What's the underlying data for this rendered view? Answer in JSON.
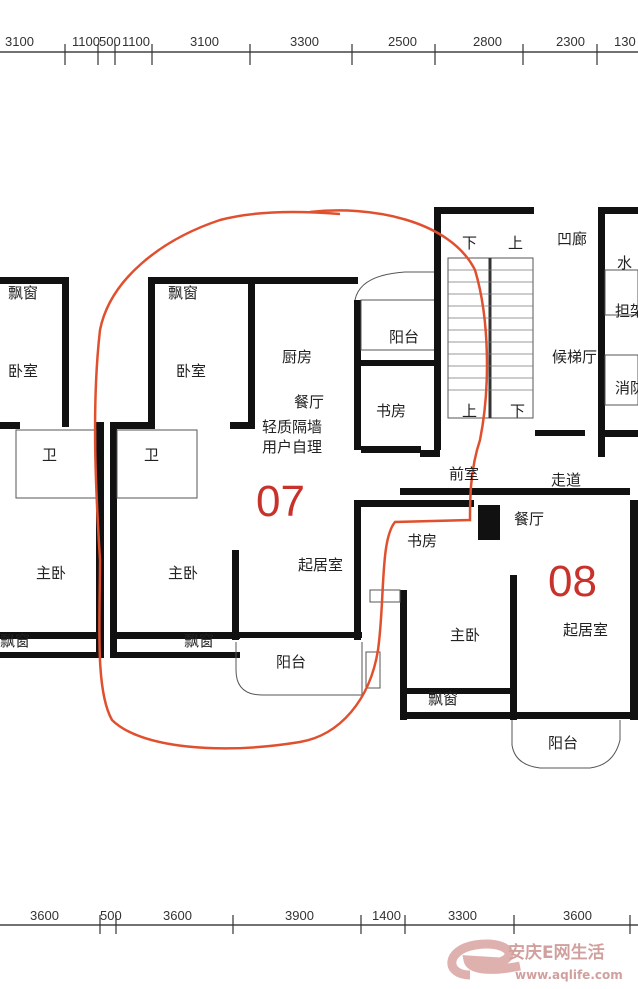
{
  "dimensions_top": [
    "3100",
    "1100",
    "500",
    "1100",
    "3100",
    "3300",
    "2500",
    "2800",
    "2300",
    "130"
  ],
  "dimensions_bottom": [
    "3600",
    "500",
    "3600",
    "3900",
    "1400",
    "3300",
    "3600"
  ],
  "units": [
    {
      "id": "07",
      "rooms": [
        "飘窗",
        "卧室",
        "卫",
        "主卧",
        "飘窗",
        "厨房",
        "餐厅",
        "轻质隔墙",
        "用户自理",
        "起居室",
        "阳台",
        "阳台",
        "书房"
      ]
    },
    {
      "id": "08",
      "rooms": [
        "书房",
        "餐厅",
        "起居室",
        "主卧",
        "飘窗",
        "阳台"
      ]
    }
  ],
  "left_unit_rooms": [
    "飘窗",
    "卧室",
    "卫",
    "主卧",
    "飘窗"
  ],
  "core": {
    "stairs": [
      "下",
      "上",
      "上",
      "下"
    ],
    "rooms": [
      "凹廊",
      "水",
      "担架",
      "候梯厅",
      "消防",
      "前室",
      "走道"
    ]
  },
  "watermark": {
    "brand": "安庆E网生活",
    "url": "www.aqlife.com"
  },
  "colors": {
    "highlight": "#e0502e",
    "unit_number": "#c8322a"
  }
}
